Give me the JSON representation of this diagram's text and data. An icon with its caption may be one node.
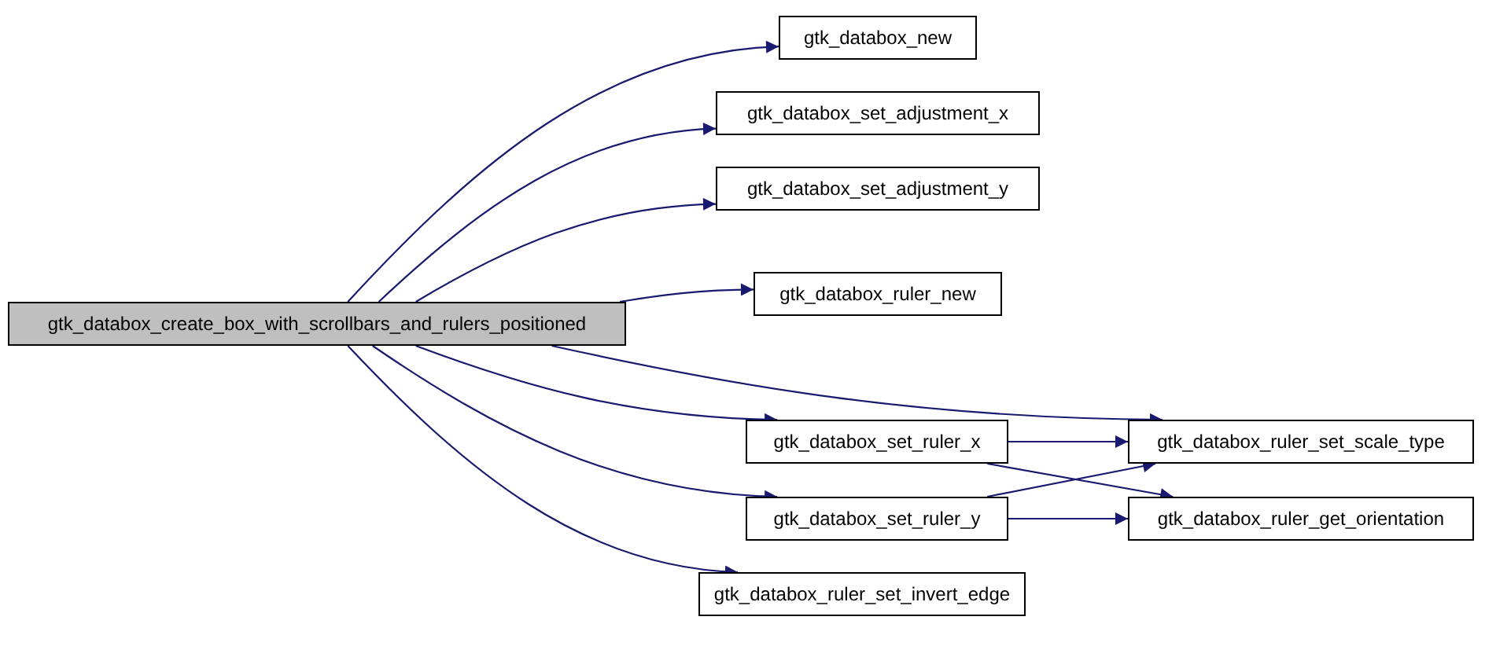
{
  "diagram": {
    "nodes": [
      {
        "text": [
          "gtk_databox_create_box_with_scrollbars_and_rulers_positioned"
        ]
      },
      {
        "text": [
          "gtk_databox_new"
        ]
      },
      {
        "text": [
          "gtk_databox_set_adjustment_x"
        ]
      },
      {
        "text": [
          "gtk_databox_set_adjustment_y"
        ]
      },
      {
        "text": [
          "gtk_databox_ruler_new"
        ]
      },
      {
        "text": [
          "gtk_databox_set_ruler_x"
        ]
      },
      {
        "text": [
          "gtk_databox_ruler_set_scale_type"
        ]
      },
      {
        "text": [
          "gtk_databox_set_ruler_y"
        ]
      },
      {
        "text": [
          "gtk_databox_ruler_get_orientation"
        ]
      },
      {
        "text": [
          "gtk_databox_ruler_set_invert_edge"
        ]
      }
    ],
    "edges": [
      {
        "from": 0,
        "to": 1,
        "arrow": "to"
      },
      {
        "from": 0,
        "to": 2,
        "arrow": "to"
      },
      {
        "from": 0,
        "to": 3,
        "arrow": "to"
      },
      {
        "from": 0,
        "to": 4,
        "arrow": "to"
      },
      {
        "from": 0,
        "to": 6,
        "arrow": "to"
      },
      {
        "from": 0,
        "to": 5,
        "arrow": "to"
      },
      {
        "from": 0,
        "to": 7,
        "arrow": "to"
      },
      {
        "from": 0,
        "to": 9,
        "arrow": "to"
      },
      {
        "from": 5,
        "to": 6,
        "arrow": "to"
      },
      {
        "from": 5,
        "to": 8,
        "arrow": "to"
      },
      {
        "from": 7,
        "to": 6,
        "arrow": "to"
      },
      {
        "from": 7,
        "to": 8,
        "arrow": "to"
      }
    ]
  }
}
